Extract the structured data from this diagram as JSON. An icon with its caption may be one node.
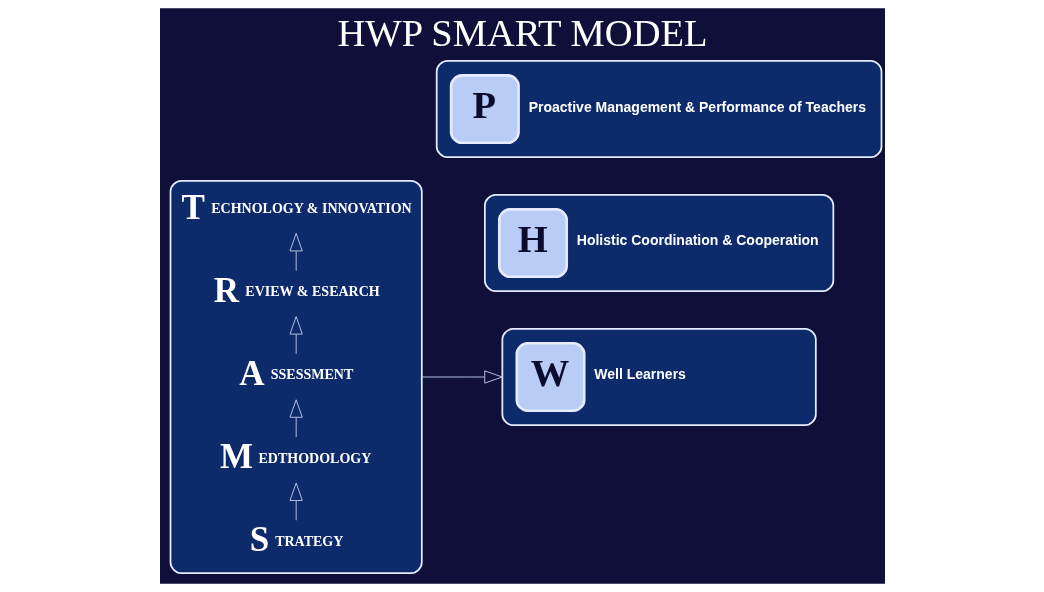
{
  "diagram": {
    "title": "HWP SMART MODEL",
    "nodes": [
      {
        "text": [],
        "shape": "box"
      },
      {
        "text": [
          "S",
          "TRATEGY"
        ],
        "in": 0
      },
      {
        "text": [
          "M",
          "EDTHODOLOGY"
        ],
        "in": 0
      },
      {
        "text": [
          "A",
          "SSESSMENT"
        ],
        "in": 0
      },
      {
        "text": [
          "R",
          "EVIEW & ESEARCH"
        ],
        "in": 0
      },
      {
        "text": [
          "T",
          "ECHNOLOGY & INNOVATION"
        ],
        "in": 0
      },
      {
        "text": [
          "H",
          "Holistic Coordination & Cooperation"
        ]
      },
      {
        "text": [
          "W",
          "Well Learners"
        ]
      },
      {
        "text": [
          "P",
          "Proactive Management & Performance of Teachers"
        ]
      }
    ],
    "edges": [
      {
        "from": 1,
        "to": 2,
        "arrow": "to"
      },
      {
        "from": 2,
        "to": 3,
        "arrow": "to"
      },
      {
        "from": 3,
        "to": 4,
        "arrow": "to"
      },
      {
        "from": 4,
        "to": 5,
        "arrow": "to"
      },
      {
        "from": 0,
        "to": 7,
        "arrow": "to"
      }
    ]
  }
}
